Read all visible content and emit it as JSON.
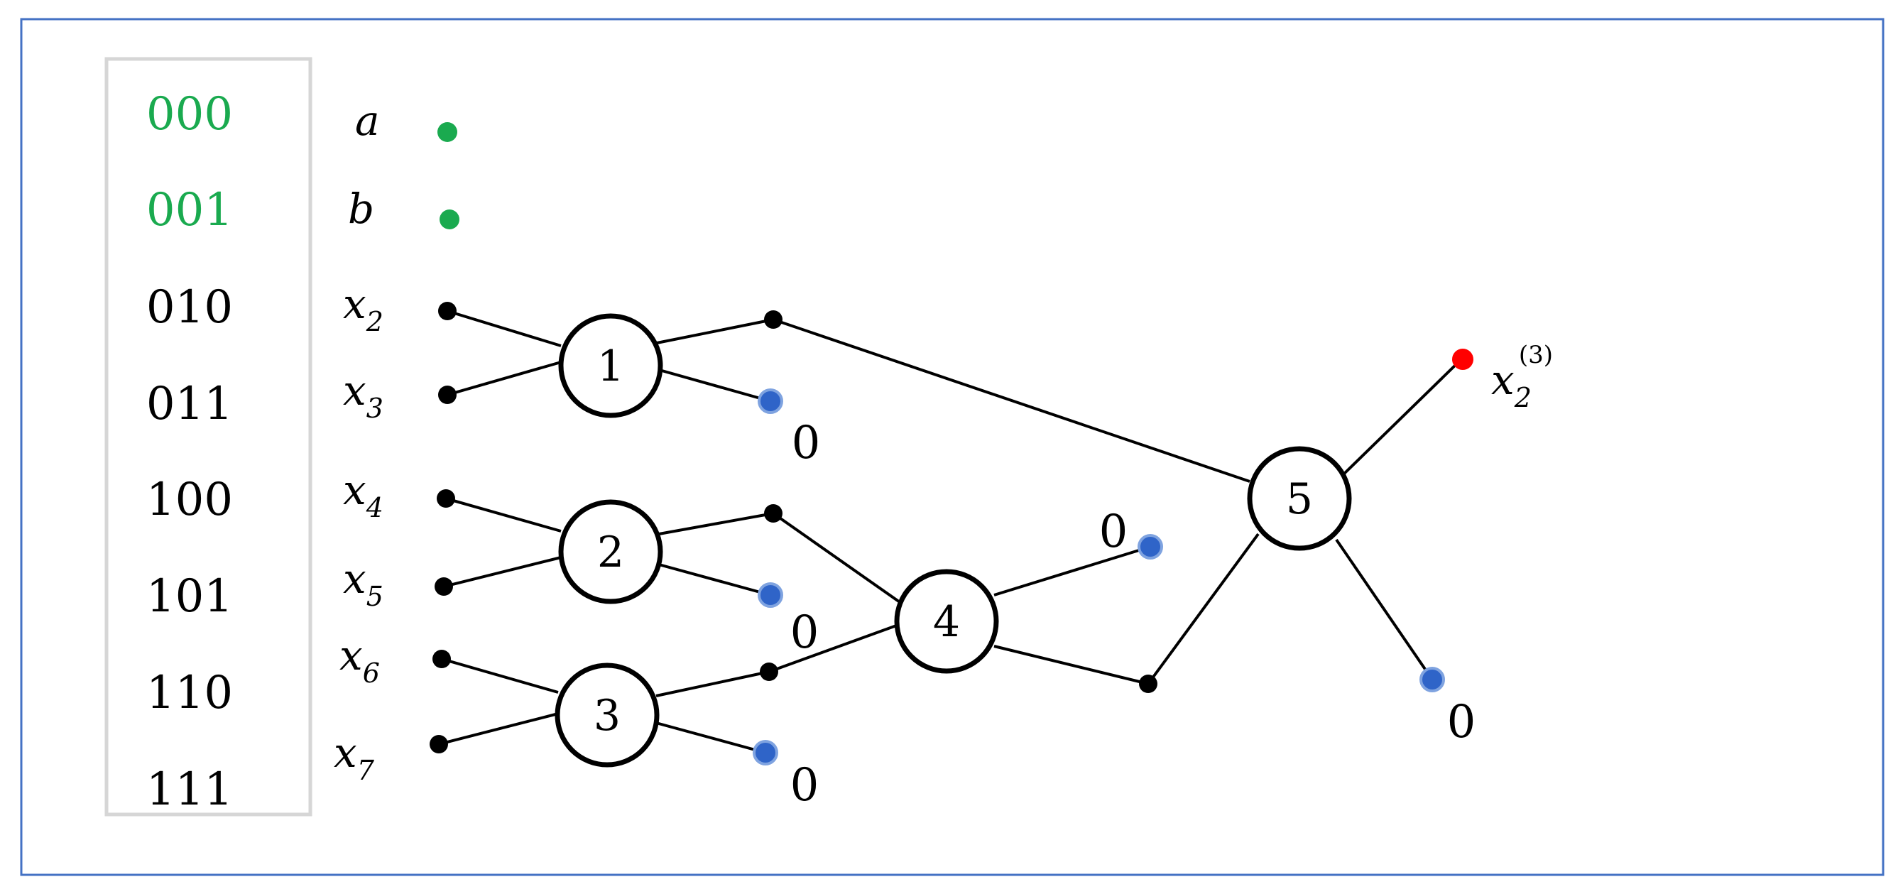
{
  "codes": [
    {
      "text": "000",
      "color": "#1aaa4f"
    },
    {
      "text": "001",
      "color": "#1aaa4f"
    },
    {
      "text": "010",
      "color": "#000000"
    },
    {
      "text": "011",
      "color": "#000000"
    },
    {
      "text": "100",
      "color": "#000000"
    },
    {
      "text": "101",
      "color": "#000000"
    },
    {
      "text": "110",
      "color": "#000000"
    },
    {
      "text": "111",
      "color": "#000000"
    }
  ],
  "inputs": [
    {
      "base": "a",
      "sub": ""
    },
    {
      "base": "b",
      "sub": ""
    },
    {
      "base": "x",
      "sub": "2"
    },
    {
      "base": "x",
      "sub": "3"
    },
    {
      "base": "x",
      "sub": "4"
    },
    {
      "base": "x",
      "sub": "5"
    },
    {
      "base": "x",
      "sub": "6"
    },
    {
      "base": "x",
      "sub": "7"
    }
  ],
  "nodes": [
    "1",
    "2",
    "3",
    "4",
    "5"
  ],
  "zero_label": "0",
  "output": {
    "base": "x",
    "sub": "2",
    "sup": "(3)"
  },
  "colors": {
    "frame": "#4472c4",
    "table_border": "#d6d6d6",
    "green_dot": "#1aaa4f",
    "black_dot": "#000000",
    "blue_dot": "#4472c4",
    "red_dot": "#ff0000"
  }
}
